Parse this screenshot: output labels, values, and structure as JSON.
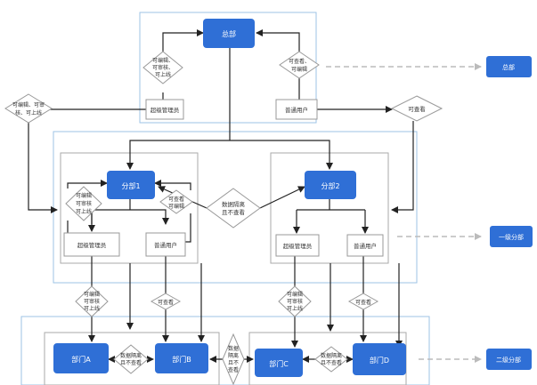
{
  "colors": {
    "node_blue": "#2f6fd6",
    "line": "#222222",
    "frame": "#9ec3e6",
    "inner_frame": "#aaaaaa",
    "dashed_link": "#bbbbbb"
  },
  "nodes": {
    "hq": "总部",
    "branch1": "分部1",
    "branch2": "分部2",
    "deptA": "部门A",
    "deptB": "部门B",
    "deptC": "部门C",
    "deptD": "部门D"
  },
  "roles": {
    "hq_super": "超级管理员",
    "hq_normal": "普通用户",
    "b1_super": "超级管理员",
    "b1_normal": "普通用户",
    "b2_super": "超级管理员",
    "b2_normal": "普通用户"
  },
  "permissions": {
    "hq_super_perm": [
      "可编辑、",
      "可审核、",
      "可上线"
    ],
    "hq_normal_perm": [
      "可查看、",
      "可编辑"
    ],
    "left_perm": [
      "可编辑、可审",
      "核、可上线"
    ],
    "right_perm": [
      "可查看"
    ],
    "b1_left_perm": [
      "可编辑",
      "可审核",
      "可上线"
    ],
    "b1_right_perm": [
      "可查看",
      "可编辑"
    ],
    "isolation_branch": [
      "数据隔离",
      "且不查看"
    ],
    "b1_down_perm": [
      "可编辑",
      "可审核",
      "可上线"
    ],
    "b1_down_view": [
      "可查看"
    ],
    "b2_down_perm": [
      "可编辑",
      "可审核",
      "可上线"
    ],
    "b2_down_view": [
      "可查看"
    ],
    "isolation_ab": [
      "数据隔离",
      "且不查看"
    ],
    "isolation_mid": [
      "数据",
      "隔离",
      "且不",
      "查看"
    ],
    "isolation_cd": [
      "数据隔离",
      "且不查看"
    ]
  },
  "legend": {
    "hq": "总部",
    "level1": "一级分部",
    "level2": "二级分部"
  }
}
